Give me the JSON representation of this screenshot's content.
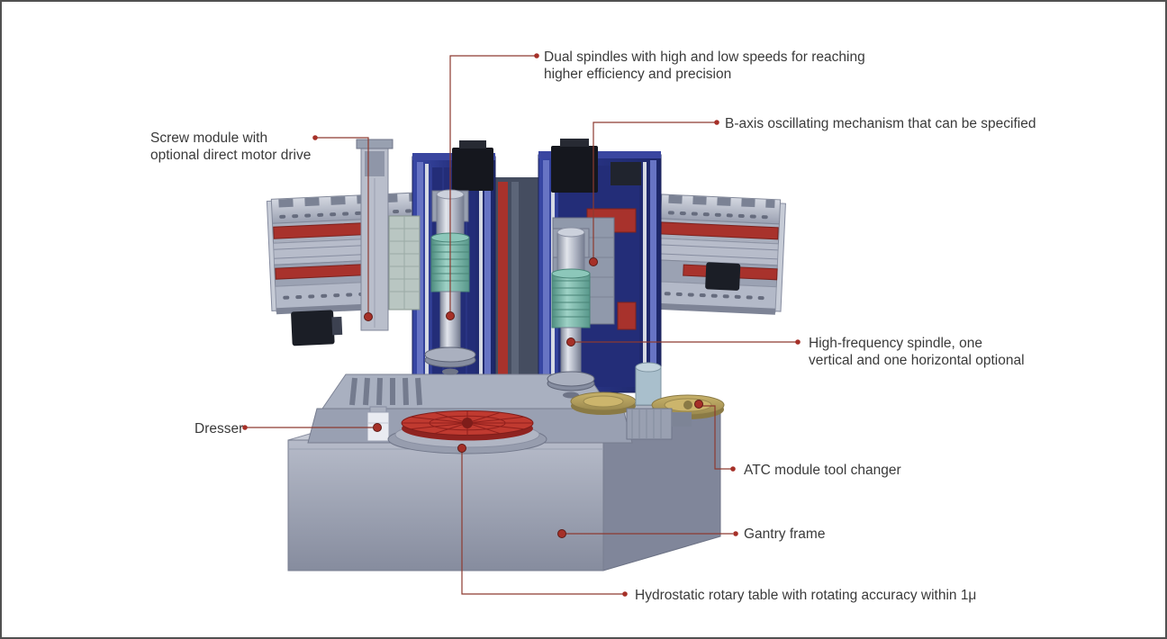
{
  "page": {
    "background": "#ffffff",
    "border_color": "#515151"
  },
  "colors": {
    "callout_line": "#8d3a30",
    "callout_dot": "#a63028",
    "label_text": "#3a3a3a",
    "column_blue": "#2c3a92",
    "rail_red": "#a8322c",
    "table_red": "#c03a30",
    "bellows_green": "#6fae9f",
    "atc_tan": "#bfa75e",
    "metal_gray": "#aab0bf"
  },
  "callouts": {
    "dual_spindles": {
      "lines": [
        "Dual spindles with high and low speeds for reaching",
        "higher efficiency and precision"
      ]
    },
    "b_axis": {
      "lines": [
        "B-axis oscillating mechanism that can be specified"
      ]
    },
    "screw_module": {
      "lines": [
        "Screw module with",
        "optional direct motor drive"
      ]
    },
    "high_frequency_spindle": {
      "lines": [
        "High-frequency spindle, one",
        "vertical and one horizontal optional"
      ]
    },
    "dresser": {
      "lines": [
        "Dresser"
      ]
    },
    "atc": {
      "lines": [
        "ATC module tool changer"
      ]
    },
    "gantry_frame": {
      "lines": [
        "Gantry frame"
      ]
    },
    "rotary_table": {
      "lines": [
        "Hydrostatic rotary table with rotating accuracy within 1μ"
      ]
    }
  }
}
